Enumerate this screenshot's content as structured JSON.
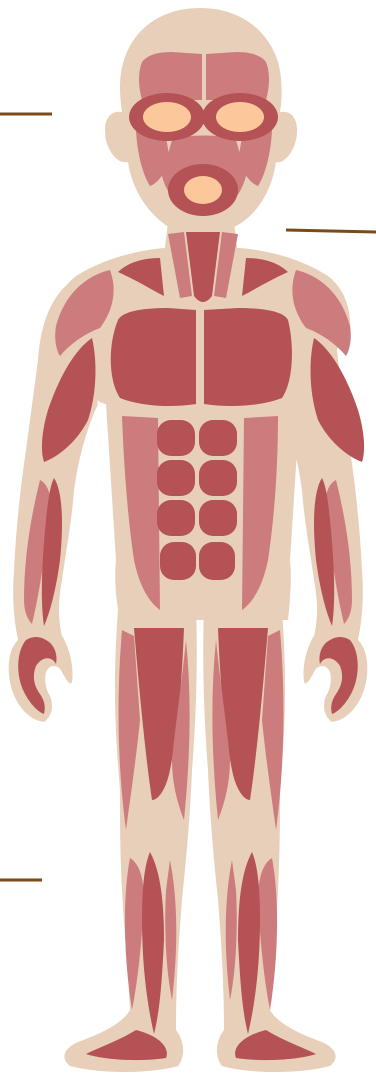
{
  "colors": {
    "background": "#ffffff",
    "skin": "#e8cfba",
    "muscle_dark": "#b55255",
    "muscle_light": "#cd7c7e",
    "highlight": "#fcc79a",
    "leader_line": "#7a4a17"
  },
  "figure": {
    "subject": "human-muscular-system",
    "view": "anterior"
  },
  "leader_lines": [
    {
      "name": "label-line-head-left"
    },
    {
      "name": "label-line-neck-right"
    },
    {
      "name": "label-line-knee-left"
    }
  ]
}
